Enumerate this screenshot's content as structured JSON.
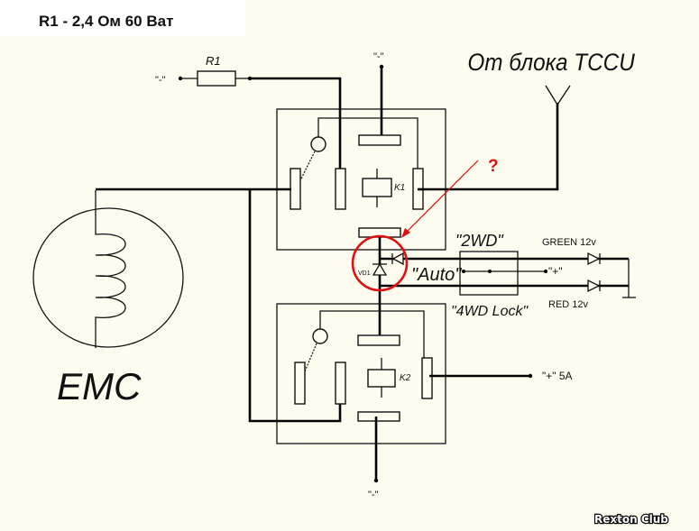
{
  "title": "R1 - 2,4 Ом 60 Ват",
  "labels": {
    "minus_r1": "\"-\"",
    "r1": "R1",
    "minus_top": "\"-\"",
    "tccu": "От блока TCCU",
    "question": "?",
    "k1": "K1",
    "k2": "K2",
    "vd1": "VD1",
    "emc": "EMC",
    "auto": "\"Auto\"",
    "twowd": "\"2WD\"",
    "fourwd": "\"4WD Lock\"",
    "plus": "\"+\"",
    "green": "GREEN 12v",
    "red": "RED 12v",
    "plus_5a": "\"+\" 5A",
    "minus_bottom": "\"-\""
  },
  "watermark": "Rexton Club",
  "colors": {
    "wire": "#000000",
    "highlight": "#e01010",
    "background": "#fdfcee"
  }
}
